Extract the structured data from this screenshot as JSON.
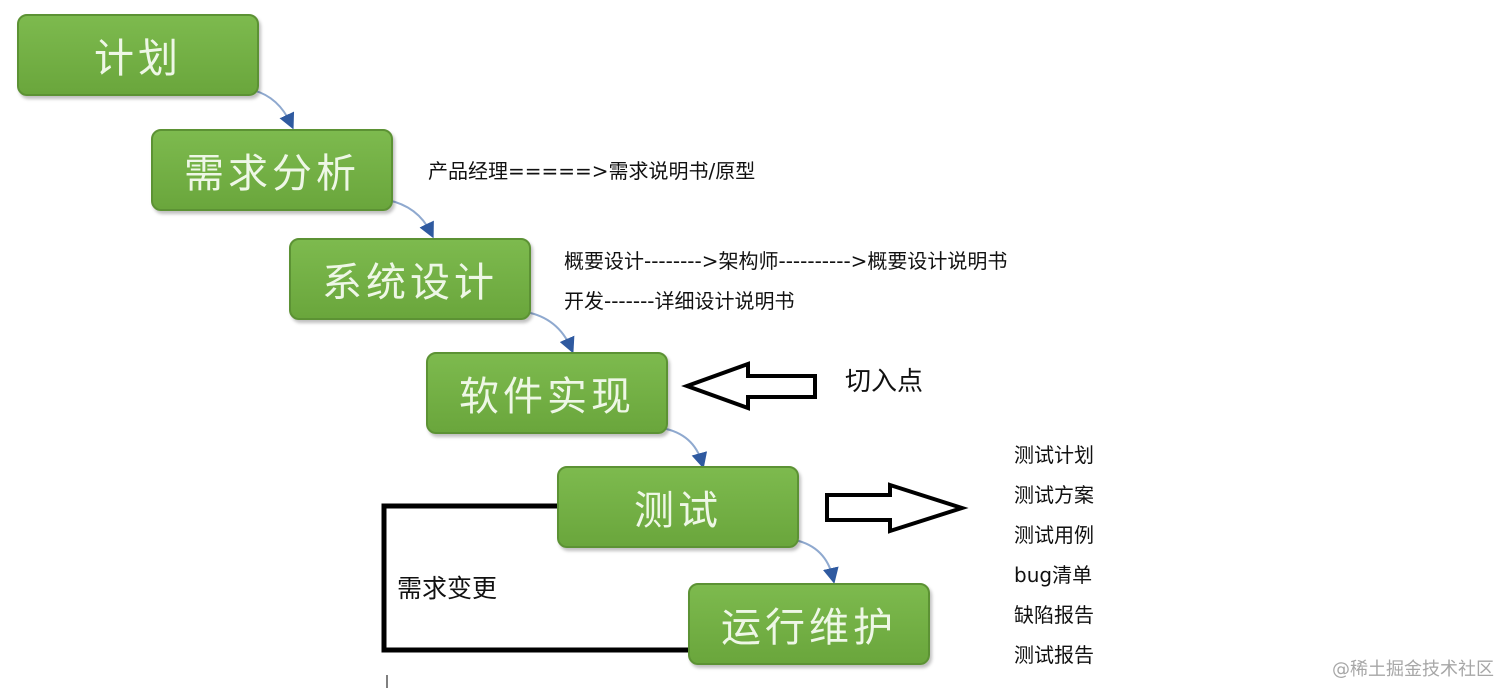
{
  "stages": [
    {
      "label": "计划"
    },
    {
      "label": "需求分析"
    },
    {
      "label": "系统设计"
    },
    {
      "label": "软件实现"
    },
    {
      "label": "测试"
    },
    {
      "label": "运行维护"
    }
  ],
  "notes": {
    "requirements": "产品经理=====>需求说明书/原型",
    "design_overview": "概要设计-------->架构师---------->概要设计说明书",
    "design_detail": "开发-------详细设计说明书",
    "entry_point": "切入点",
    "change_request": "需求变更"
  },
  "test_outputs": [
    "测试计划",
    "测试方案",
    "测试用例",
    "bug清单",
    "缺陷报告",
    "测试报告"
  ],
  "watermark": "@稀土掘金技术社区",
  "colors": {
    "stage_fill": "#74b046",
    "stage_border": "#5c9234",
    "connector": "#2f5aa0",
    "ink": "#000000"
  }
}
